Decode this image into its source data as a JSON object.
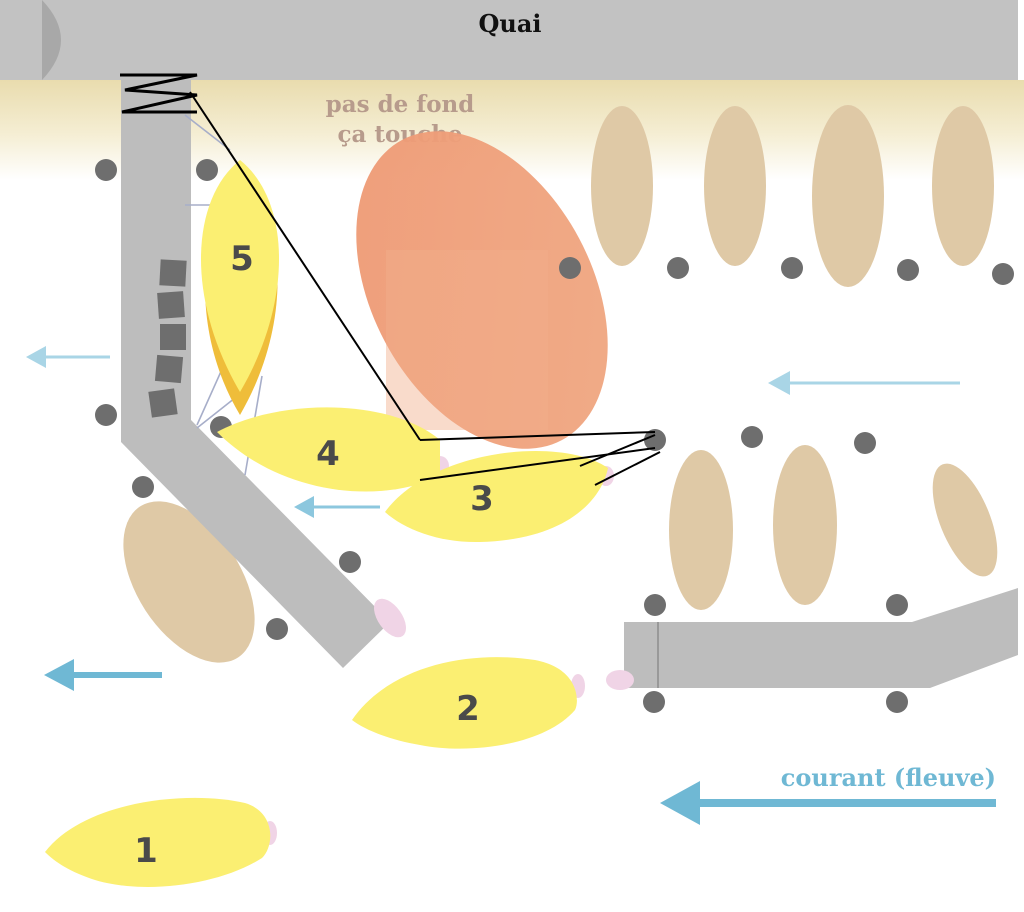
{
  "quai": {
    "label": "Quai"
  },
  "shallow_warning": {
    "line1": "pas de fond",
    "line2": "ça touche"
  },
  "current": {
    "label": "courant (fleuve)"
  },
  "boats": [
    {
      "number": "1"
    },
    {
      "number": "2"
    },
    {
      "number": "3"
    },
    {
      "number": "4"
    },
    {
      "number": "5"
    }
  ],
  "colors": {
    "quai": "#c2c2c2",
    "pontoon": "#bdbdbd",
    "highlighted_boat": "#fbef72",
    "highlighted_boat_shadow": "#efbd3a",
    "moored_boat": "#dfc9a6",
    "shallow_zone": "#ef9b76",
    "current_arrow": "#6fb8d4",
    "bollard": "#6e6e6e",
    "mooring_line": "#000000",
    "bank_shallows": "#eee0b2"
  }
}
